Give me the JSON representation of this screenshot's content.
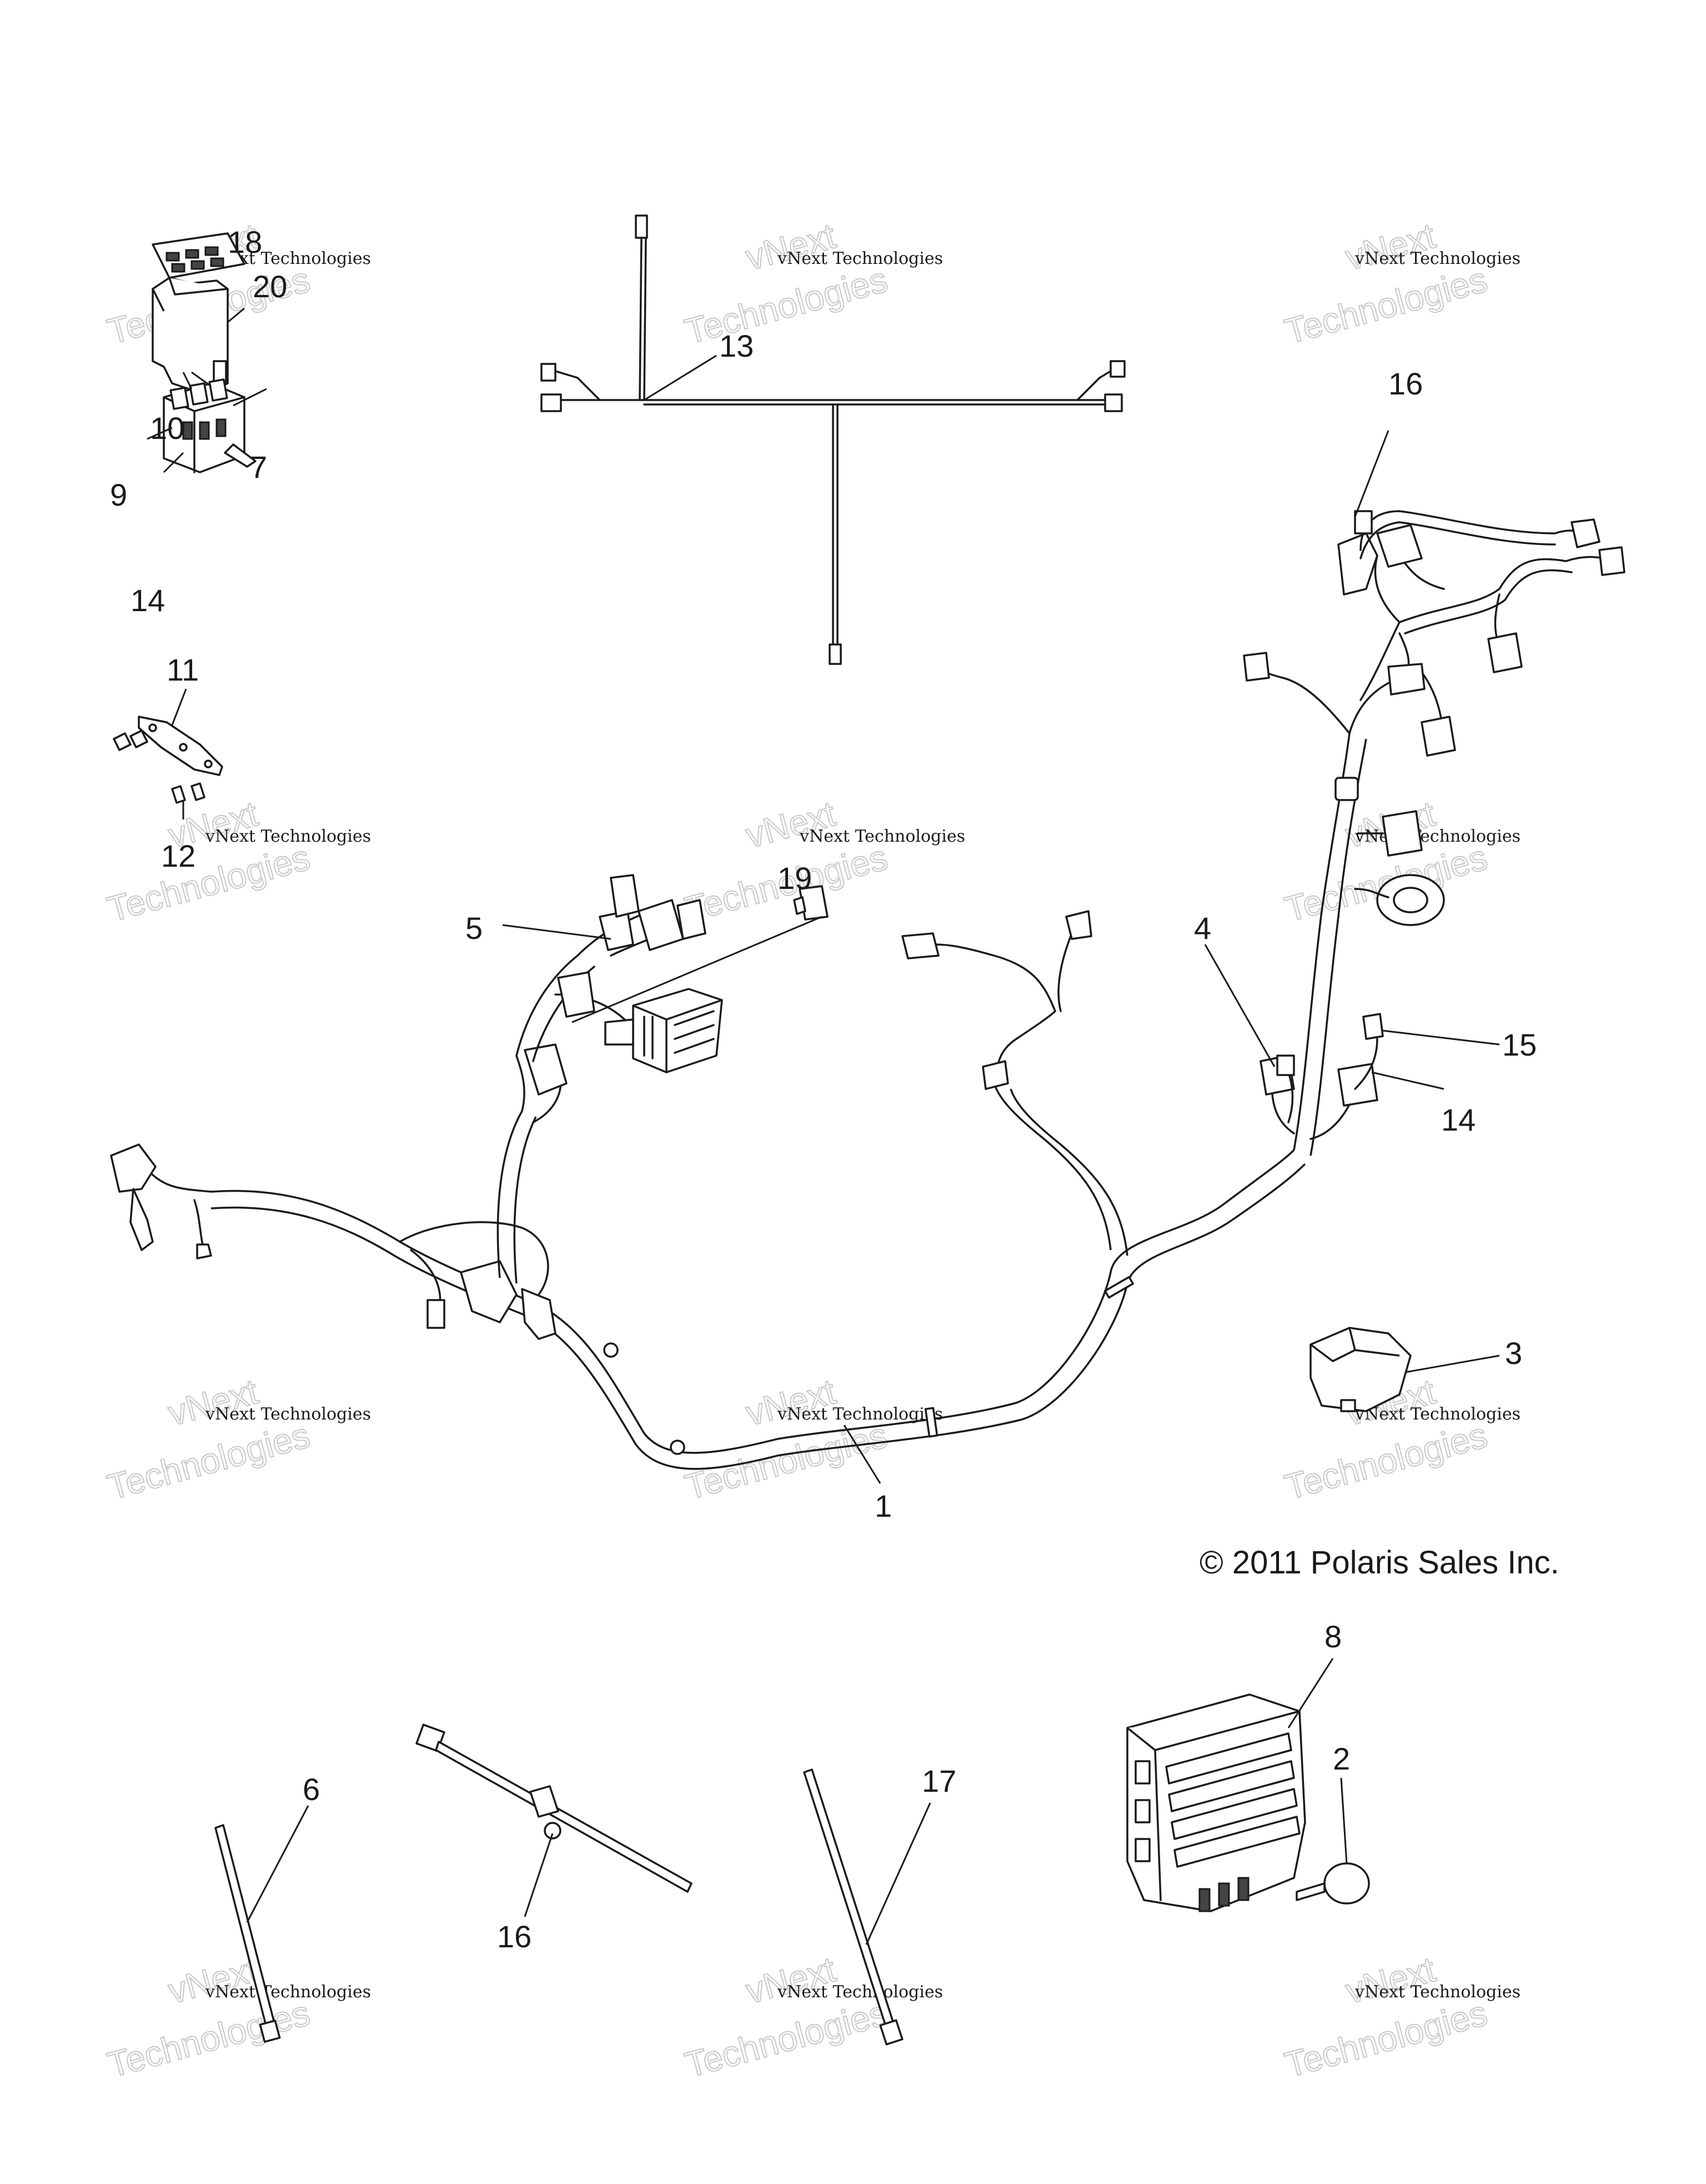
{
  "callouts": {
    "c1": "1",
    "c2": "2",
    "c3": "3",
    "c4": "4",
    "c5": "5",
    "c6": "6",
    "c7": "7",
    "c8": "8",
    "c9": "9",
    "c10": "10",
    "c11": "11",
    "c12": "12",
    "c13": "13",
    "c14a": "14",
    "c14b": "14",
    "c15": "15",
    "c16a": "16",
    "c16b": "16",
    "c17": "17",
    "c18": "18",
    "c19": "19",
    "c20": "20"
  },
  "copyright": "© 2011 Polaris Sales Inc.",
  "watermark": {
    "brand_top": "vNext",
    "brand_line": "vNext Technologies",
    "brand_bottom": "Technologies"
  }
}
